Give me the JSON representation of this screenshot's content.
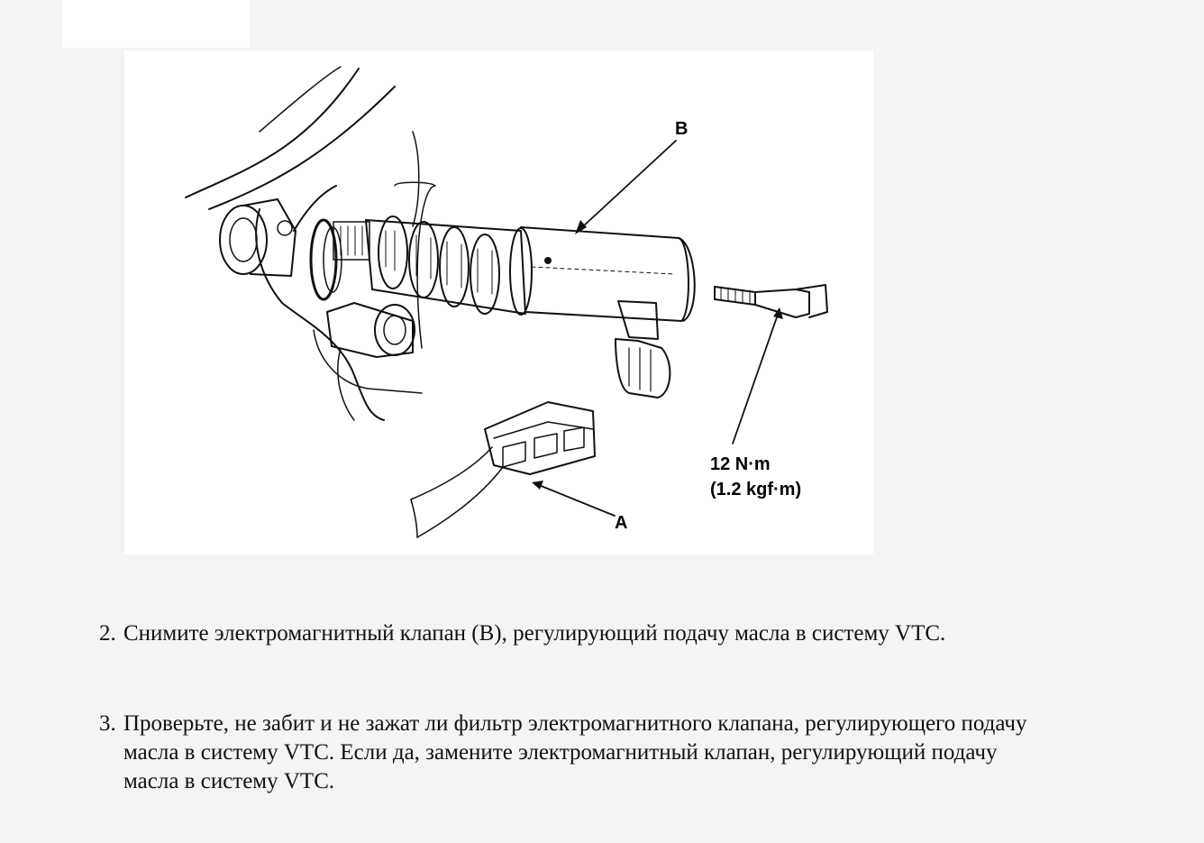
{
  "figure": {
    "callout_b": "B",
    "callout_a": "A",
    "torque_nm": "12 N·m",
    "torque_kgf": "(1.2 kgf·m)"
  },
  "steps": [
    {
      "number": "2.",
      "text": "Снимите электромагнитный клапан (B), регулирующий подачу масла в систему VTC."
    },
    {
      "number": "3.",
      "text": "Проверьте, не забит и не зажат ли фильтр электромагнитного клапана, регулирующего подачу масла в систему VTC. Если да, замените электромагнитный клапан, регулирующий подачу масла в систему VTC."
    }
  ]
}
